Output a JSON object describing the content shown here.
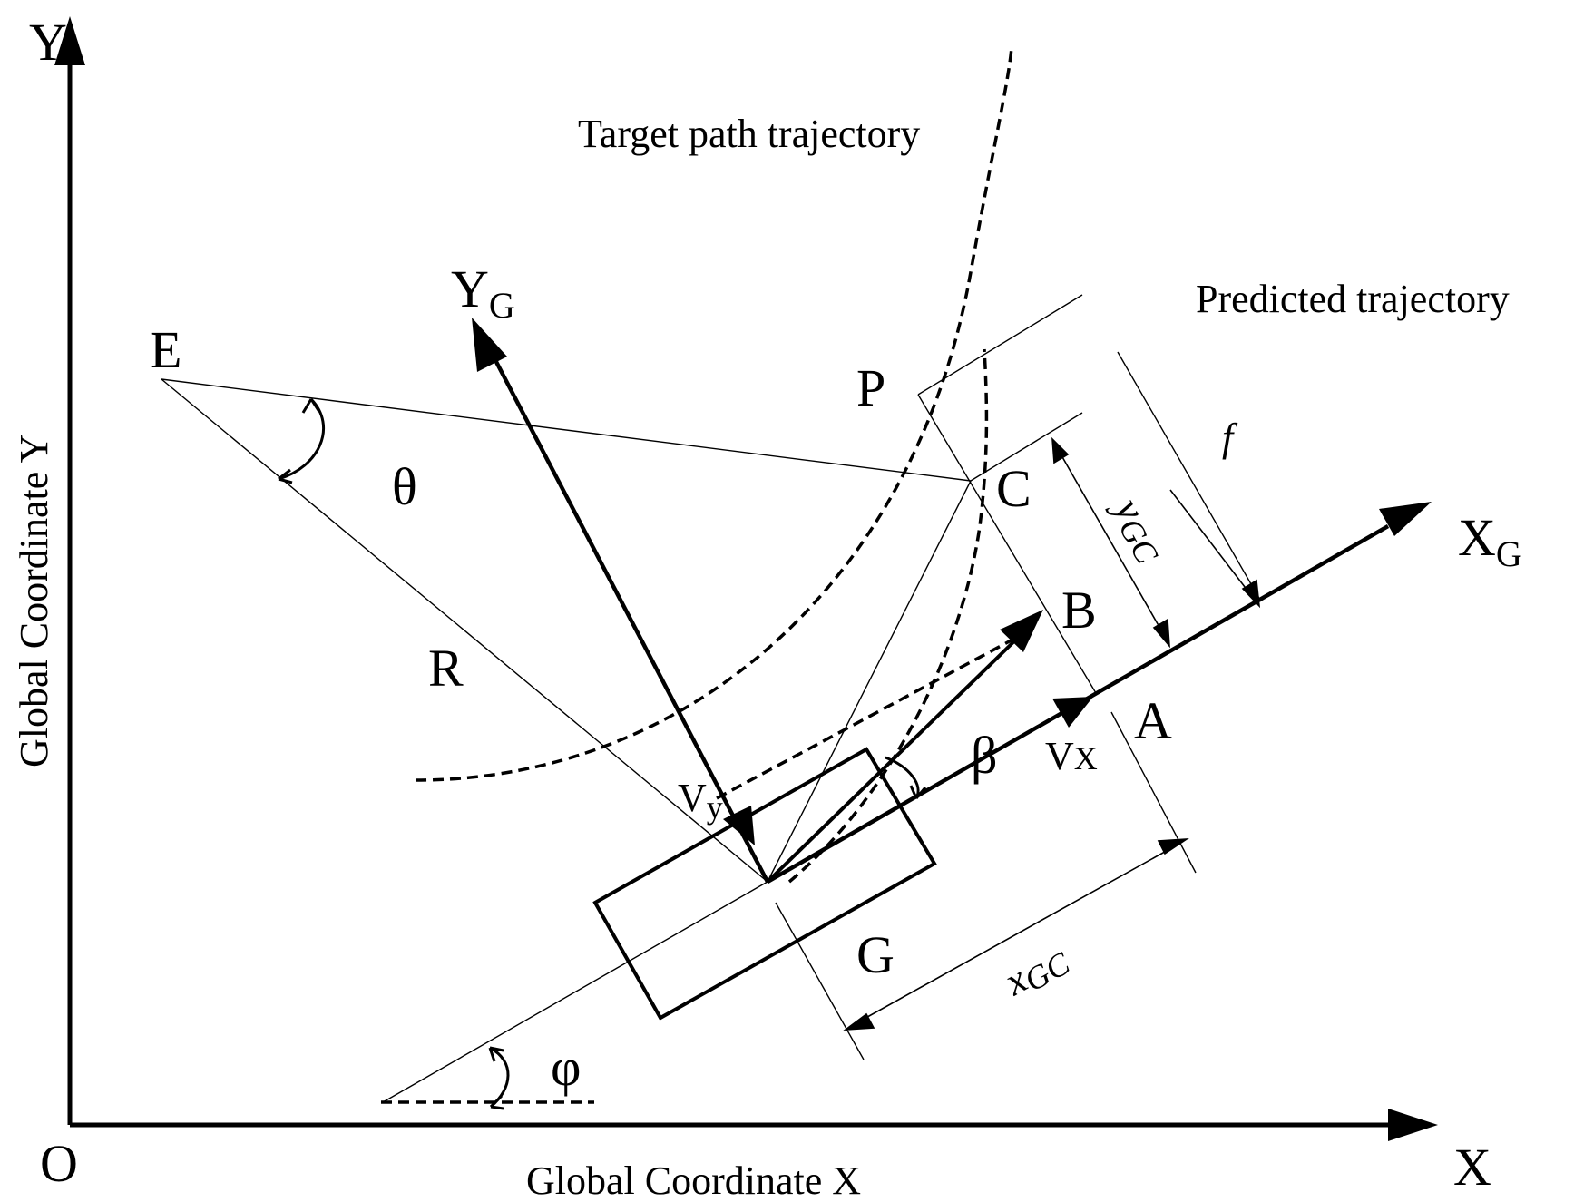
{
  "axes": {
    "y_axis_letter": "Y",
    "x_axis_letter": "X",
    "origin": "O",
    "y_caption": "Global Coordinate Y",
    "x_caption": "Global Coordinate X"
  },
  "vehicle_frame": {
    "yg_main": "Y",
    "yg_sub": "G",
    "xg_main": "X",
    "xg_sub": "G"
  },
  "captions": {
    "target_path": "Target path trajectory",
    "predicted": "Predicted trajectory"
  },
  "points": {
    "E": "E",
    "P": "P",
    "C": "C",
    "B": "B",
    "A": "A",
    "G": "G"
  },
  "symbols": {
    "theta": "θ",
    "R": "R",
    "beta": "β",
    "phi": "φ",
    "f": "f",
    "vx_main": "V",
    "vx_sub": "X",
    "vy_main": "V",
    "vy_sub": "y",
    "xgc_main": "x",
    "xgc_sub": "GC",
    "ygc_main": "y",
    "ygc_sub": "GC"
  }
}
